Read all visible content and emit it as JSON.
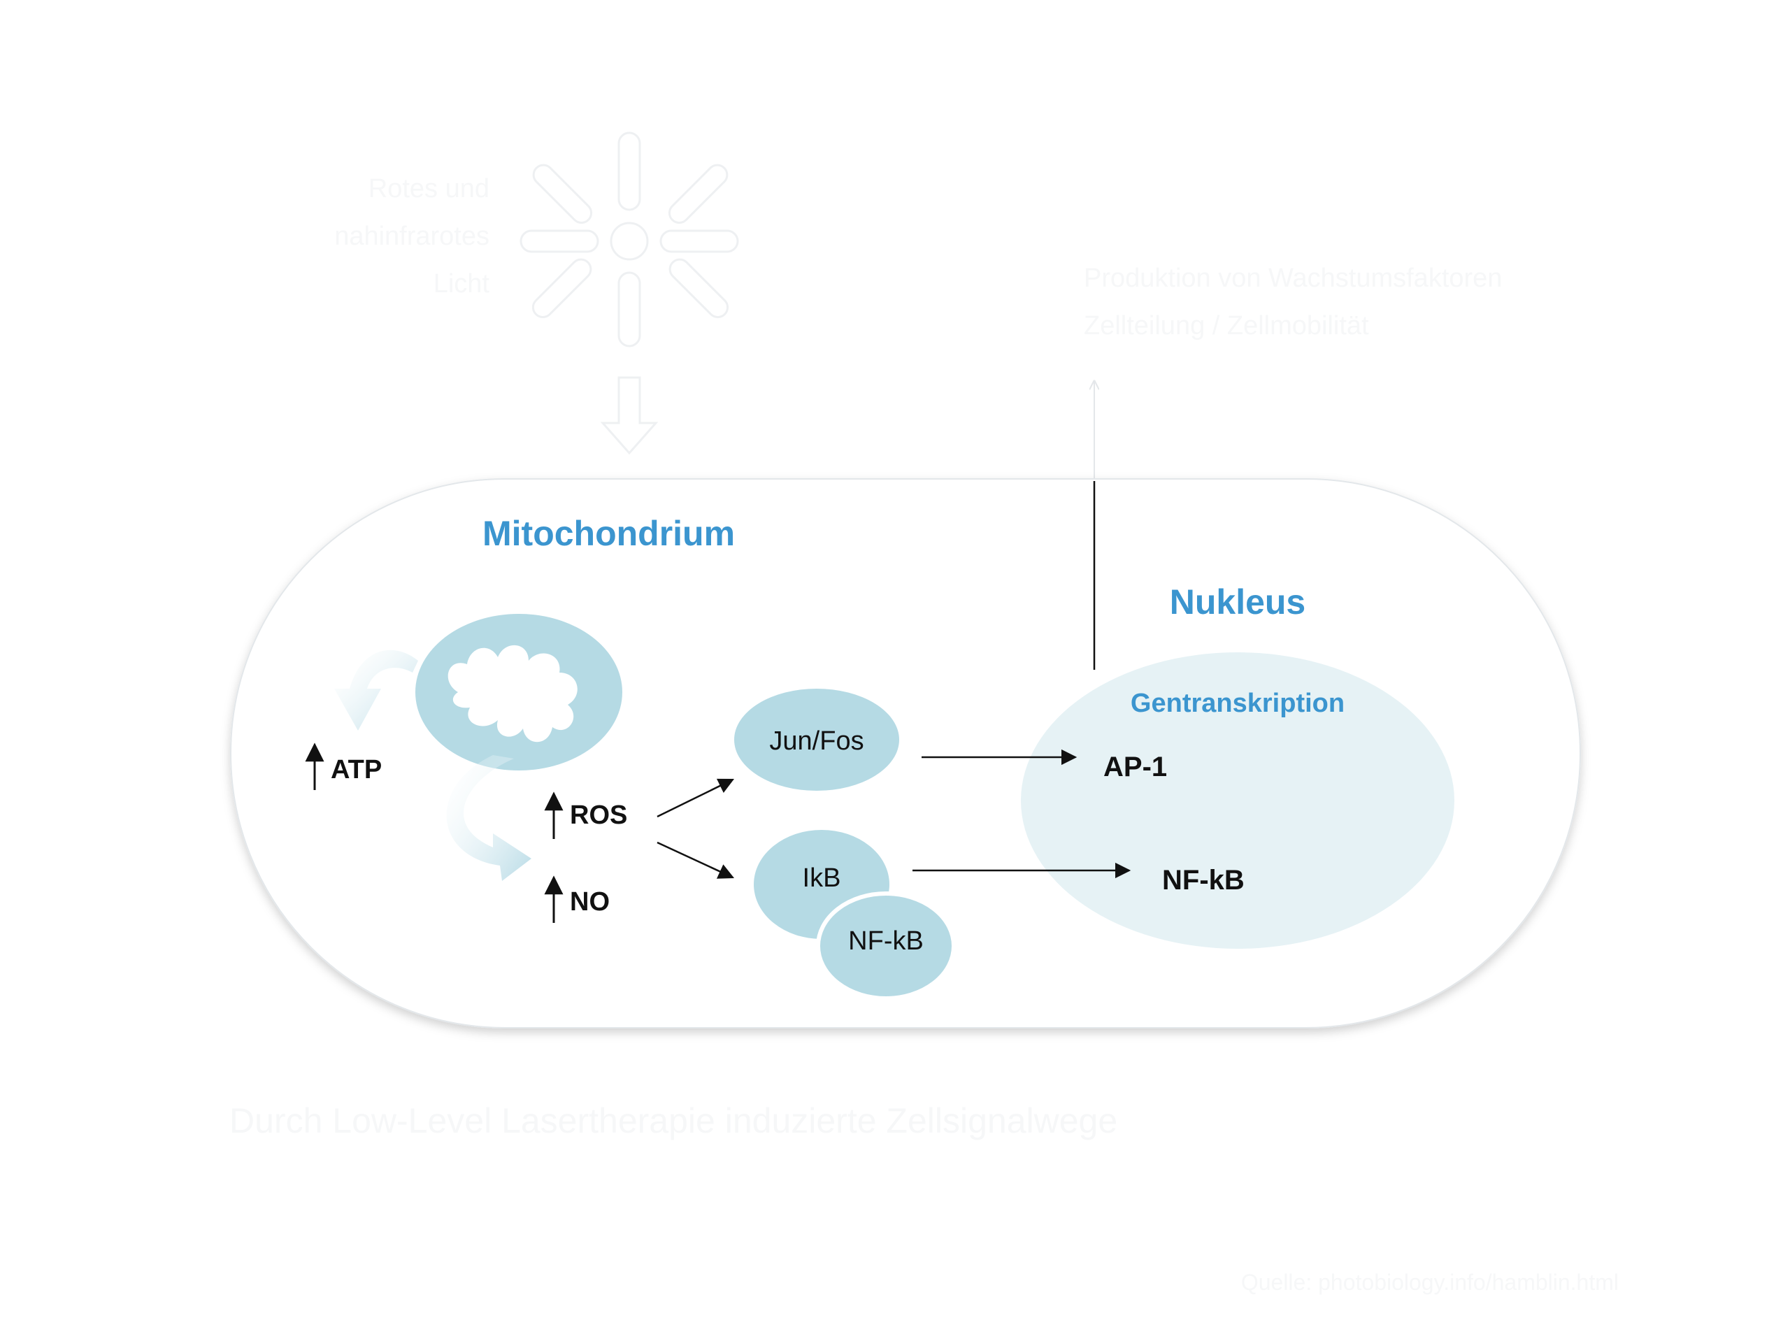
{
  "title": "Durch Low-Level Lasertherapie induzierte Zellsignalwege",
  "source": "Quelle: photobiology.info/hamblin.html",
  "light_label": [
    "Rotes und",
    "nahinfrarotes",
    "Licht"
  ],
  "output_label": [
    "Produktion von Wachstumsfaktoren",
    "Zellteilung / Zellmobilität"
  ],
  "cell": {
    "mitochondrium_label": "Mitochondrium",
    "nucleus_label": "Nukleus",
    "transcription_label": "Gentranskription"
  },
  "molecules": {
    "atp": "ATP",
    "ros": "ROS",
    "no": "NO",
    "jun_fos": "Jun/Fos",
    "ikb": "IkB",
    "nfkb_complex": "NF-kB",
    "ap1": "AP-1",
    "nfkb_nucleus": "NF-kB"
  },
  "colors": {
    "heading": "#3b95cf",
    "bubble": "#b5dae4",
    "nucleus": "#e6f2f5",
    "cell_outline": "#dfe3e6",
    "text": "#111111"
  }
}
